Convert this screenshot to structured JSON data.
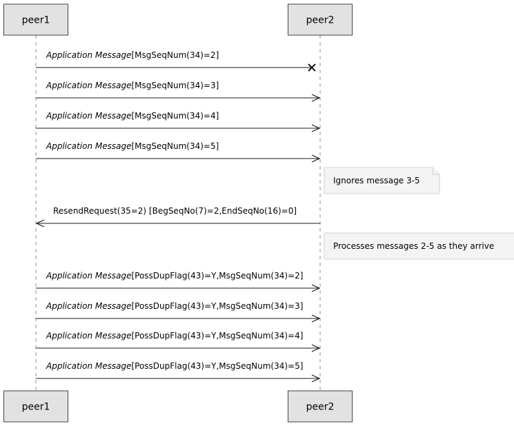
{
  "participants": [
    {
      "id": "peer1",
      "label": "peer1"
    },
    {
      "id": "peer2",
      "label": "peer2"
    }
  ],
  "messages": [
    {
      "from": "peer1",
      "to": "peer2",
      "italic": "Application Message",
      "text": "[MsgSeqNum(34)=2]",
      "lost": true
    },
    {
      "from": "peer1",
      "to": "peer2",
      "italic": "Application Message",
      "text": "[MsgSeqNum(34)=3]",
      "lost": false
    },
    {
      "from": "peer1",
      "to": "peer2",
      "italic": "Application Message",
      "text": "[MsgSeqNum(34)=4]",
      "lost": false
    },
    {
      "from": "peer1",
      "to": "peer2",
      "italic": "Application Message",
      "text": "[MsgSeqNum(34)=5]",
      "lost": false
    },
    {
      "note": "Ignores message 3-5",
      "over": "peer2"
    },
    {
      "from": "peer2",
      "to": "peer1",
      "italic": "",
      "text": "ResendRequest(35=2) [BegSeqNo(7)=2,EndSeqNo(16)=0]",
      "lost": false
    },
    {
      "note": "Processes messages 2-5 as they arrive",
      "over": "peer2"
    },
    {
      "from": "peer1",
      "to": "peer2",
      "italic": "Application Message",
      "text": "[PossDupFlag(43)=Y,MsgSeqNum(34)=2]",
      "lost": false
    },
    {
      "from": "peer1",
      "to": "peer2",
      "italic": "Application Message",
      "text": "[PossDupFlag(43)=Y,MsgSeqNum(34)=3]",
      "lost": false
    },
    {
      "from": "peer1",
      "to": "peer2",
      "italic": "Application Message",
      "text": "[PossDupFlag(43)=Y,MsgSeqNum(34)=4]",
      "lost": false
    },
    {
      "from": "peer1",
      "to": "peer2",
      "italic": "Application Message",
      "text": "[PossDupFlag(43)=Y,MsgSeqNum(34)=5]",
      "lost": false
    }
  ],
  "colors": {
    "participant_fill": "#e2e2e2",
    "line": "#181818",
    "note_fill": "#f4f4f4",
    "note_border": "#c8c8c8"
  }
}
